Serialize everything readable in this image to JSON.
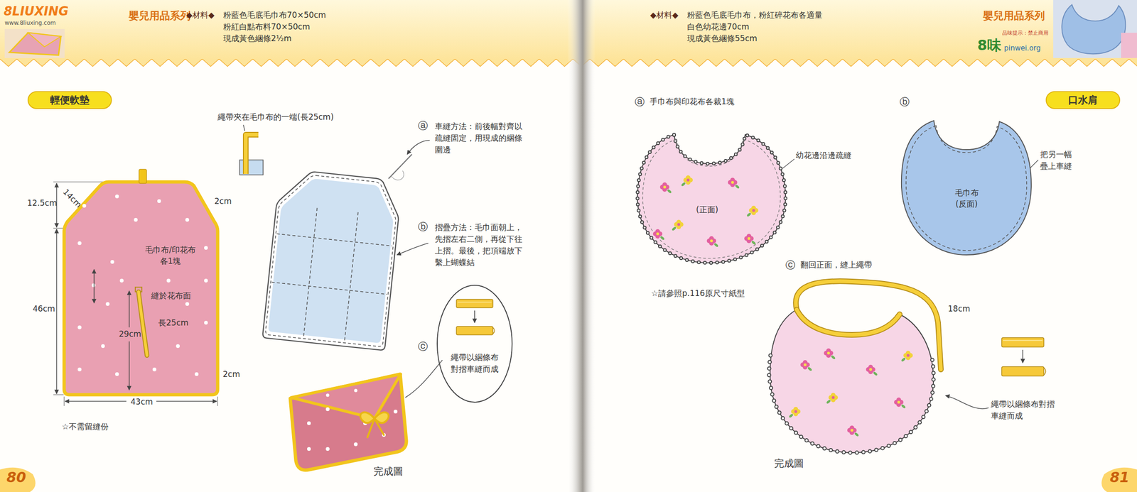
{
  "diagram": {
    "nodes": [
      {
        "text": [
          "輕便軟墊"
        ]
      },
      {
        "text": [
          "毛巾布/印花布 各1塊",
          "縫於花布面",
          "29cm",
          "長25cm"
        ]
      },
      {
        "text": [
          "80"
        ]
      },
      {
        "text": [
          "口水肩"
        ]
      },
      {
        "text": [
          "(正面)"
        ]
      },
      {
        "text": [
          "毛巾布 (反面)"
        ]
      },
      {
        "text": [
          "81"
        ]
      }
    ],
    "labels": [
      "8LIUXING",
      "www.8liuxing.com",
      "嬰兒用品系列",
      "◆材料◆",
      "粉藍色毛底毛巾布70×50cm",
      "粉紅白點布料70×50cm",
      "現成黃色綑條2½m",
      "繩帶夾在毛巾布的一端(長25cm)",
      "12.5cm",
      "14cm",
      "2cm",
      "46cm",
      "2cm",
      "43cm",
      "☆不需留縫份",
      "ⓐ",
      "車縫方法：前後幅對齊以疏縫固定，用現成的綑條圍邊",
      "ⓑ",
      "摺疊方法：毛巾面朝上，先摺左右二側，再從下往上摺。最後，把頂端放下繫上蝴蝶結",
      "ⓒ",
      "繩帶以綑條布對摺車縫而成",
      "完成圖",
      "◆材料◆",
      "粉藍色毛底毛巾布，粉紅碎花布各適量",
      "白色幼花邊70cm",
      "現成黃色綑條55cm",
      "嬰兒用品系列",
      "品味提示：禁止商用",
      "8味",
      "pinwei.org",
      "ⓐ",
      "手巾布與印花布各裁1塊",
      "幼花邊沿邊疏縫",
      "☆請參照p.116原尺寸紙型",
      "ⓑ",
      "把另一幅疊上車縫",
      "ⓒ",
      "翻回正面，縫上繩帶",
      "18cm",
      "繩帶以綑條布對摺車縫而成",
      "完成圖"
    ]
  }
}
